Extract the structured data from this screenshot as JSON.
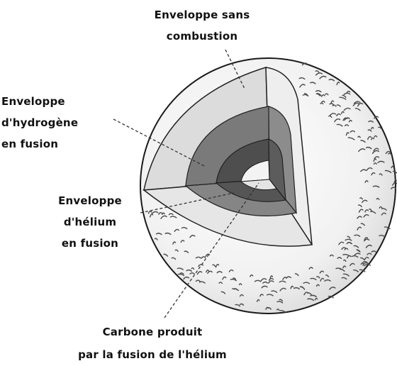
{
  "labels": {
    "outer_shell": [
      "Enveloppe sans",
      "combustion"
    ],
    "hydrogen_shell": [
      "Enveloppe",
      "d'hydrogène",
      "en fusion"
    ],
    "helium_shell": [
      "Enveloppe",
      "d'hélium",
      "en fusion"
    ],
    "carbon_core": [
      "Carbone produit",
      "par la fusion de l'hélium"
    ]
  },
  "colors": {
    "outer_wedge": "#dcdcdc",
    "hydrogen_shell": "#777777",
    "helium_shell": "#4d4d4d",
    "carbon_core": "#f2f2f2",
    "surface_speckle": "#555555"
  }
}
